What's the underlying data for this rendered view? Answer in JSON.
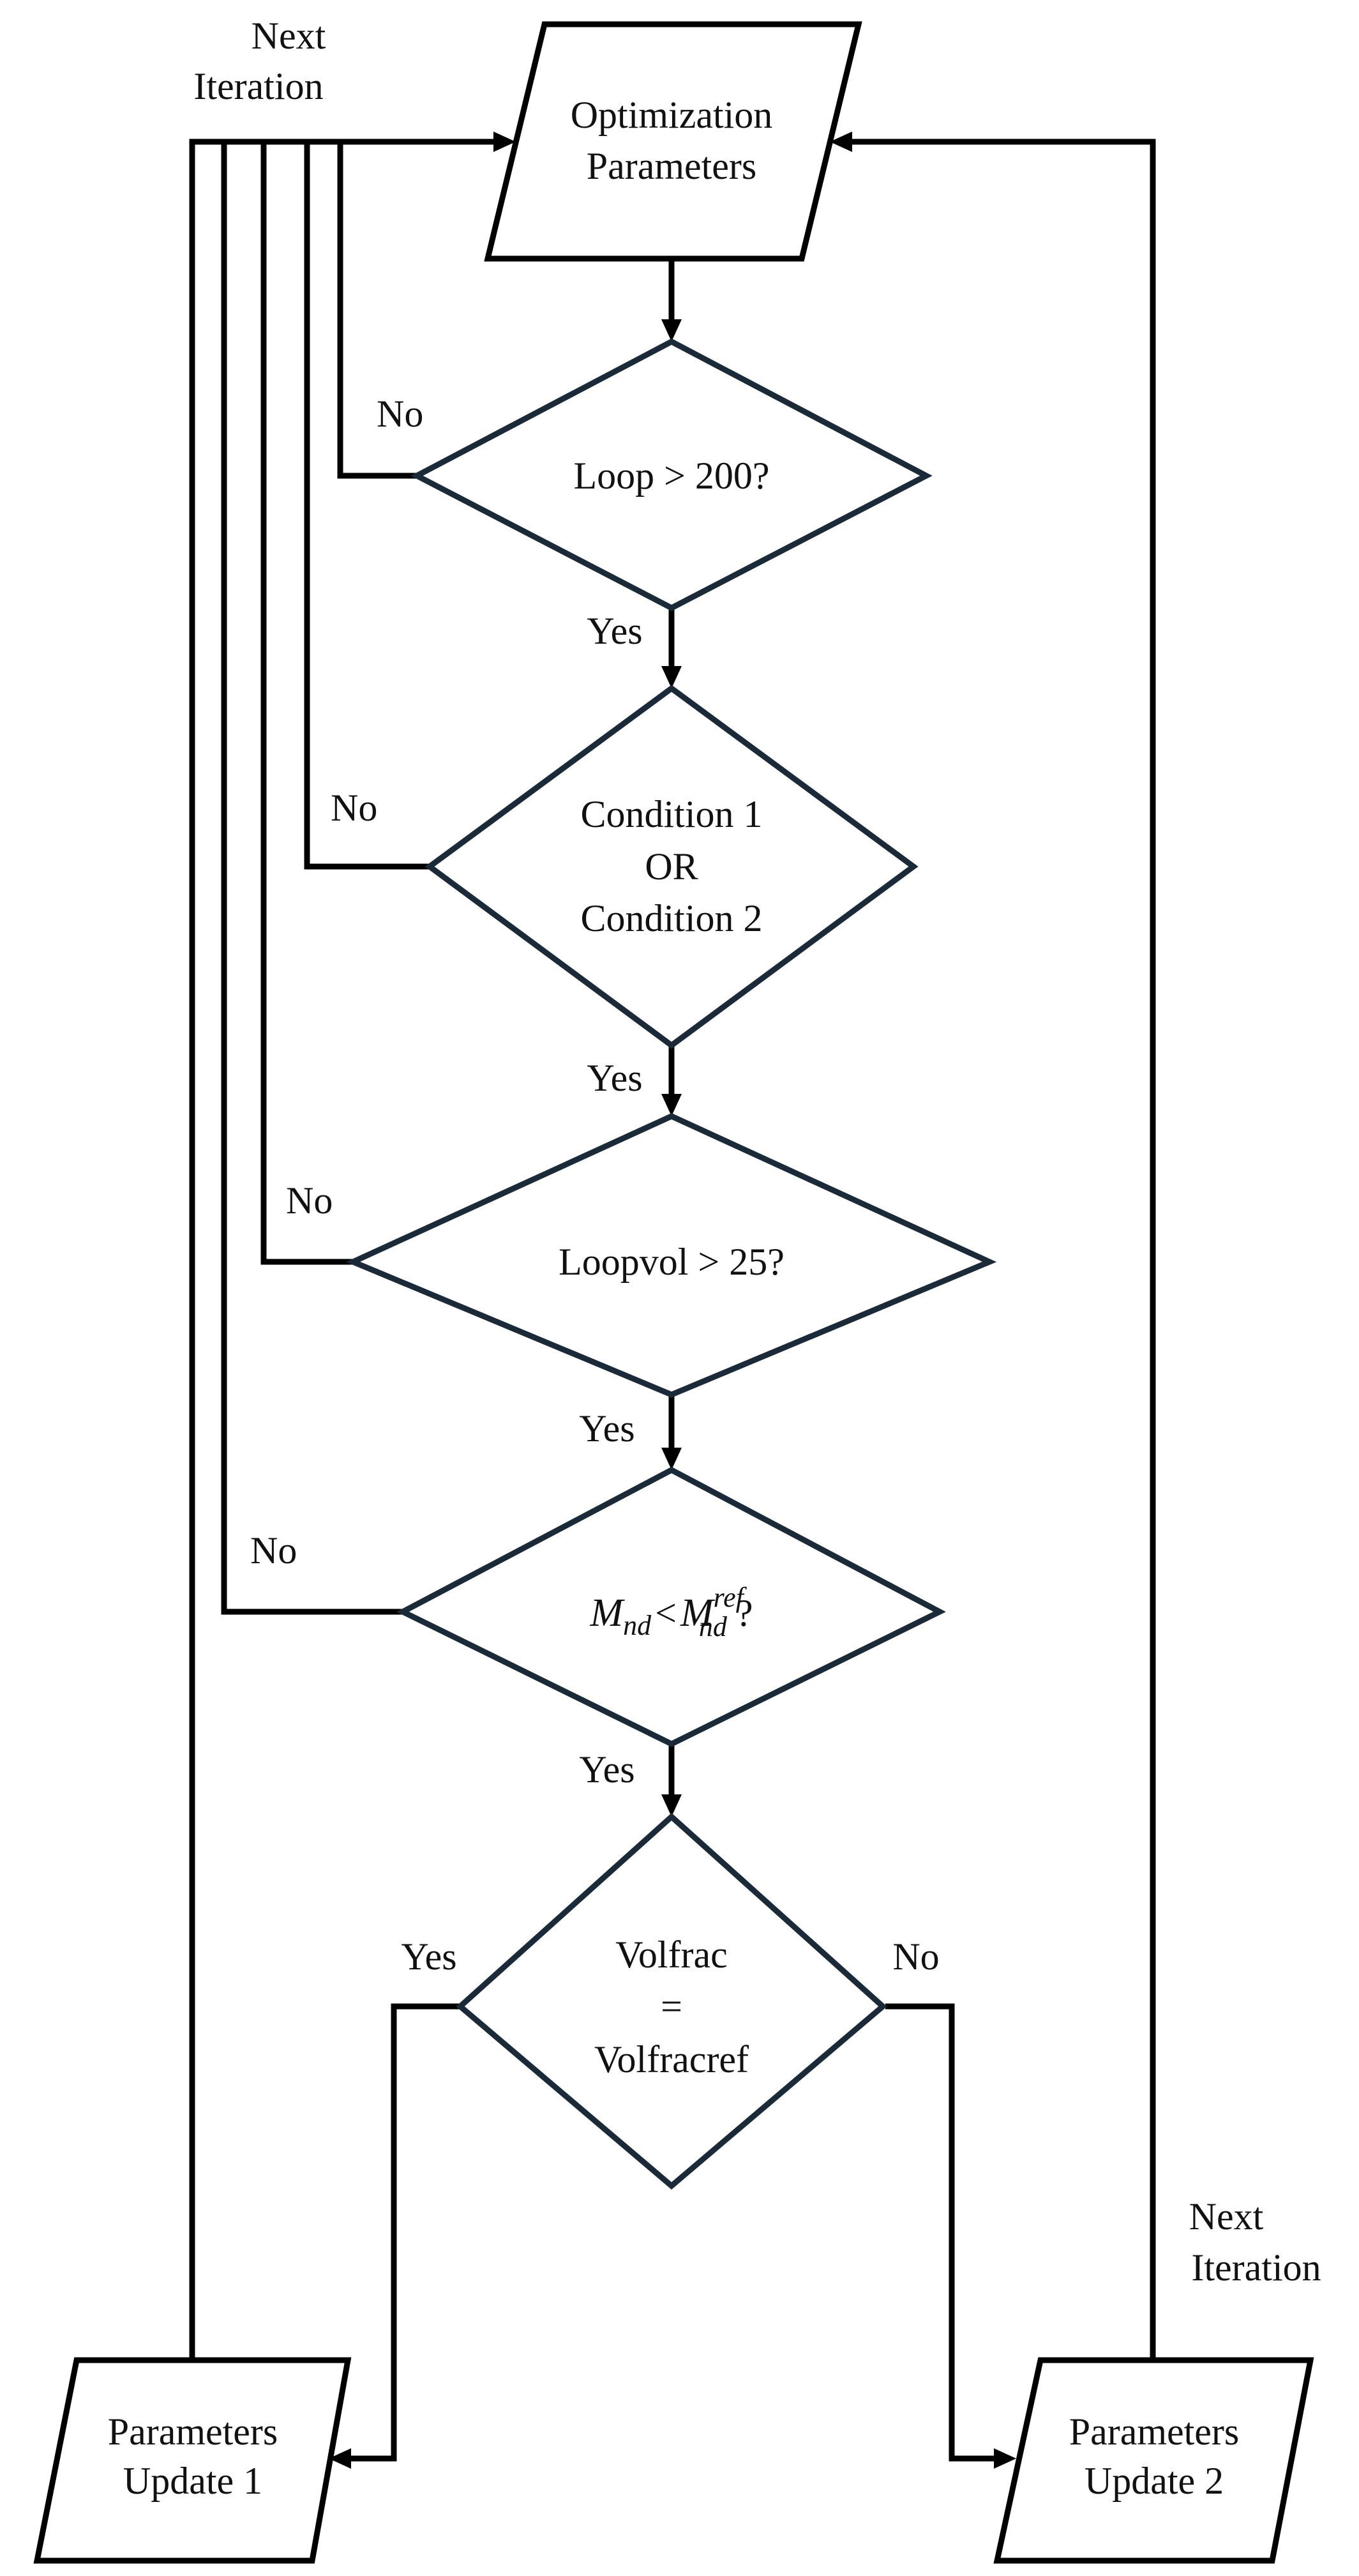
{
  "nodes": {
    "opt_params": {
      "lines": [
        "Optimization",
        "Parameters"
      ]
    },
    "loop_check": {
      "lines": [
        "Loop > 200?"
      ]
    },
    "condition_check": {
      "lines": [
        "Condition 1",
        "OR",
        "Condition 2"
      ]
    },
    "loopvol_check": {
      "lines": [
        "Loopvol > 25?"
      ]
    },
    "mnd_check": {
      "lhs": "M",
      "lhs_sub": "nd",
      "op": "<",
      "rhs": "M",
      "rhs_sub": "nd",
      "rhs_sup": "ref",
      "tail": "?"
    },
    "volfrac_check": {
      "lines": [
        "Volfrac",
        "=",
        "Volfracref"
      ]
    },
    "update_1": {
      "lines": [
        "Parameters",
        "Update 1"
      ]
    },
    "update_2": {
      "lines": [
        "Parameters",
        "Update 2"
      ]
    }
  },
  "edge_labels": {
    "loop_yes": "Yes",
    "loop_no": "No",
    "condition_yes": "Yes",
    "condition_no": "No",
    "loopvol_yes": "Yes",
    "loopvol_no": "No",
    "mnd_yes": "Yes",
    "mnd_no": "No",
    "volfrac_yes": "Yes",
    "volfrac_no": "No"
  },
  "iteration_labels": {
    "left": [
      "Next",
      "Iteration"
    ],
    "right": [
      "Next",
      "Iteration"
    ]
  },
  "colors": {
    "line": "#000000",
    "diamond_stroke": "#1b2a38",
    "text": "#111111",
    "background": "#ffffff"
  }
}
